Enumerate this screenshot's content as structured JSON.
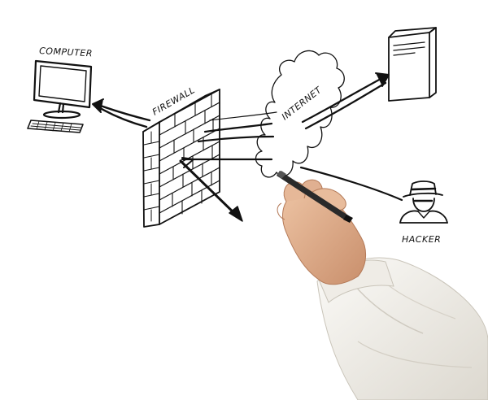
{
  "labels": {
    "computer": "COMPUTER",
    "firewall": "FIREWALL",
    "internet": "INTERNET",
    "hacker": "HACKER"
  },
  "colors": {
    "ink": "#111111",
    "background": "#ffffff",
    "skin": "#e2b393",
    "skin_shadow": "#c98f6c",
    "shirt": "#f3f1ec",
    "shirt_shadow": "#d8d4cc",
    "marker": "#2a2a2a"
  },
  "icons": {
    "computer": "desktop-monitor-icon",
    "keyboard": "keyboard-icon",
    "server": "server-tower-icon",
    "hacker": "hacker-silhouette-icon",
    "firewall": "brick-wall-icon",
    "internet": "cloud-icon"
  }
}
